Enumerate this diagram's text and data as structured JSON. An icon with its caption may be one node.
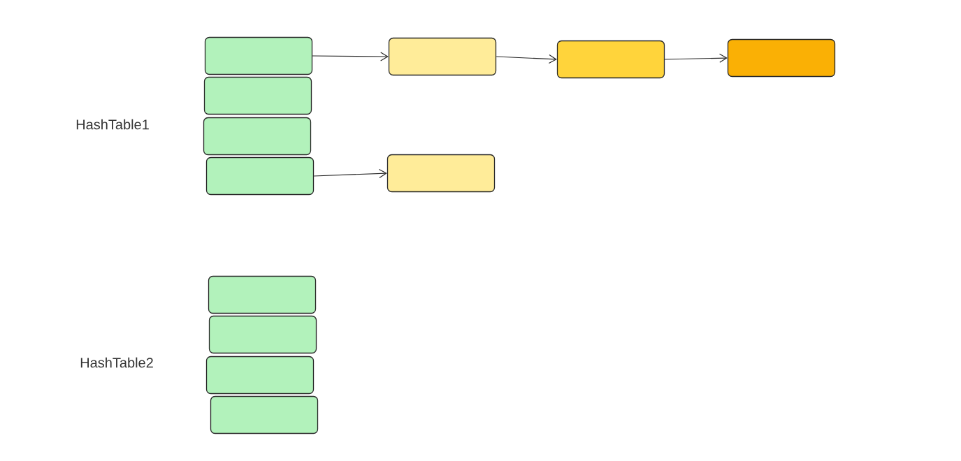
{
  "diagram": {
    "nodes": [
      {
        "text": [],
        "shape": "box"
      },
      {
        "text": [],
        "shape": "box"
      },
      {
        "text": [],
        "shape": "box"
      },
      {
        "text": [],
        "shape": "box"
      },
      {
        "text": [],
        "shape": "box"
      },
      {
        "text": [],
        "shape": "box"
      },
      {
        "text": [],
        "shape": "box"
      },
      {
        "text": [],
        "shape": "box"
      },
      {
        "text": [],
        "shape": "box"
      },
      {
        "text": [],
        "shape": "box"
      },
      {
        "text": [],
        "shape": "box"
      },
      {
        "text": [],
        "shape": "box"
      }
    ],
    "edges": [
      {
        "from": 0,
        "to": 4,
        "arrow": "to"
      },
      {
        "from": 4,
        "to": 5,
        "arrow": "to"
      },
      {
        "from": 5,
        "to": 6,
        "arrow": "to"
      },
      {
        "from": 3,
        "to": 7,
        "arrow": "to"
      }
    ],
    "labels": [
      "HashTable1",
      "HashTable2"
    ]
  }
}
